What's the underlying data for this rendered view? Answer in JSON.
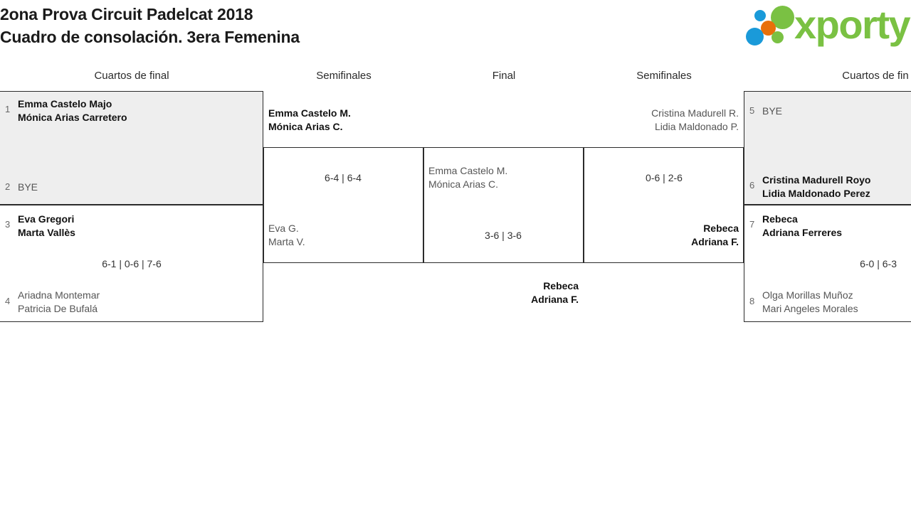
{
  "header": {
    "title_line1": "2ona Prova Circuit Padelcat 2018",
    "title_line2": "Cuadro de consolación. 3era Femenina",
    "logo_text": "xporty",
    "logo_colors": {
      "blue": "#1a9ad9",
      "green": "#7ac143",
      "orange": "#e8700a"
    }
  },
  "columns": [
    {
      "label": "Cuartos de final"
    },
    {
      "label": "Semifinales"
    },
    {
      "label": "Final"
    },
    {
      "label": "Semifinales"
    },
    {
      "label": "Cuartos de fin"
    }
  ],
  "bracket": {
    "left_quarterfinals": [
      {
        "score": "",
        "top": {
          "seed": "1",
          "line1": "Emma Castelo Majo",
          "line2": "Mónica Arias Carretero",
          "winner": true
        },
        "bottom": {
          "seed": "2",
          "line1": "BYE",
          "line2": "",
          "winner": false
        }
      },
      {
        "score": "6-1 | 0-6 | 7-6",
        "top": {
          "seed": "3",
          "line1": "Eva Gregori",
          "line2": "Marta Vallès",
          "winner": true
        },
        "bottom": {
          "seed": "4",
          "line1": "Ariadna Montemar",
          "line2": "Patricia De Bufalá",
          "winner": false
        }
      }
    ],
    "left_semifinal": {
      "score": "6-4 | 6-4",
      "top": {
        "line1": "Emma Castelo M.",
        "line2": "Mónica Arias C.",
        "winner": true
      },
      "bottom": {
        "line1": "Eva G.",
        "line2": "Marta V.",
        "winner": false
      }
    },
    "final": {
      "score": "3-6 | 3-6",
      "top": {
        "line1": "Emma Castelo M.",
        "line2": "Mónica Arias C.",
        "winner": false
      },
      "bottom": {
        "line1": "Rebeca",
        "line2": "Adriana F.",
        "winner": true
      }
    },
    "right_semifinal": {
      "score": "0-6 | 2-6",
      "top": {
        "line1": "Cristina Madurell R.",
        "line2": "Lidia Maldonado P.",
        "winner": false
      },
      "bottom": {
        "line1": "Rebeca",
        "line2": "Adriana F.",
        "winner": true
      }
    },
    "right_quarterfinals": [
      {
        "score": "",
        "top": {
          "seed": "5",
          "line1": "BYE",
          "line2": "",
          "winner": false
        },
        "bottom": {
          "seed": "6",
          "line1": "Cristina Madurell Royo",
          "line2": "Lidia Maldonado Perez",
          "winner": true
        }
      },
      {
        "score": "6-0 | 6-3",
        "top": {
          "seed": "7",
          "line1": "Rebeca",
          "line2": "Adriana Ferreres",
          "winner": true
        },
        "bottom": {
          "seed": "8",
          "line1": "Olga Morillas Muñoz",
          "line2": "Mari Angeles Morales",
          "winner": false
        }
      }
    ]
  }
}
